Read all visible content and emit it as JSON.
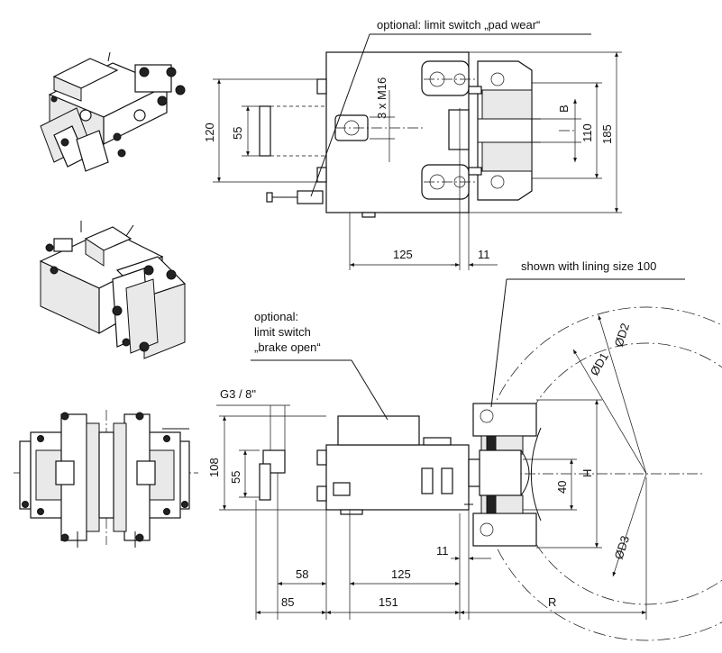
{
  "annotations": {
    "pad_wear": "optional: limit switch „pad wear“",
    "lining_size": "shown with lining size 100",
    "brake_open_1": "optional:",
    "brake_open_2": "limit switch",
    "brake_open_3": "„brake open“"
  },
  "top_view": {
    "bolt": "3 x M16",
    "height_total": "120",
    "height_inner": "55",
    "gap": "B",
    "height_110": "110",
    "height_185": "185",
    "width_125": "125",
    "width_11": "11"
  },
  "side_view": {
    "port": "G3 / 8\"",
    "height_108": "108",
    "height_55": "55",
    "dim_40": "40",
    "dim_H": "H",
    "dim_11": "11",
    "dim_58": "58",
    "dim_125": "125",
    "dim_85": "85",
    "dim_151": "151",
    "dim_R": "R"
  },
  "disc": {
    "d1": "ØD1",
    "d2": "ØD2",
    "d3": "ØD3"
  }
}
